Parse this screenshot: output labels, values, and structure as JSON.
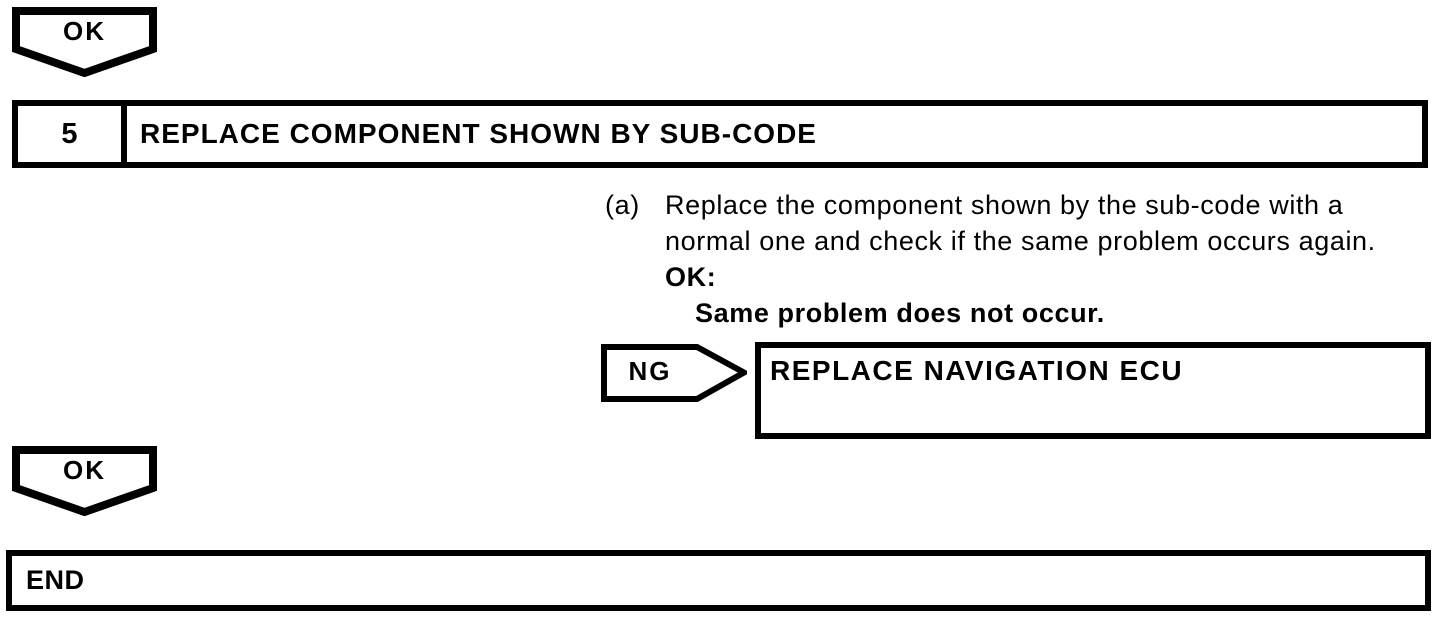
{
  "page": {
    "background_color": "#ffffff",
    "line_color": "#000000"
  },
  "flowchart": {
    "ok_connector_top": {
      "label": "OK"
    },
    "step": {
      "number": "5",
      "title": "REPLACE COMPONENT SHOWN BY SUB-CODE"
    },
    "instruction": {
      "marker": "(a)",
      "lines": [
        "Replace the component shown by the sub-code with a",
        "normal one and check if the same problem occurs again."
      ],
      "ok_label": "OK:",
      "ok_condition": "Same problem does not occur."
    },
    "ng_branch": {
      "label": "NG",
      "action": "REPLACE NAVIGATION ECU"
    },
    "ok_connector_bottom": {
      "label": "OK"
    },
    "end": {
      "label": "END"
    }
  }
}
